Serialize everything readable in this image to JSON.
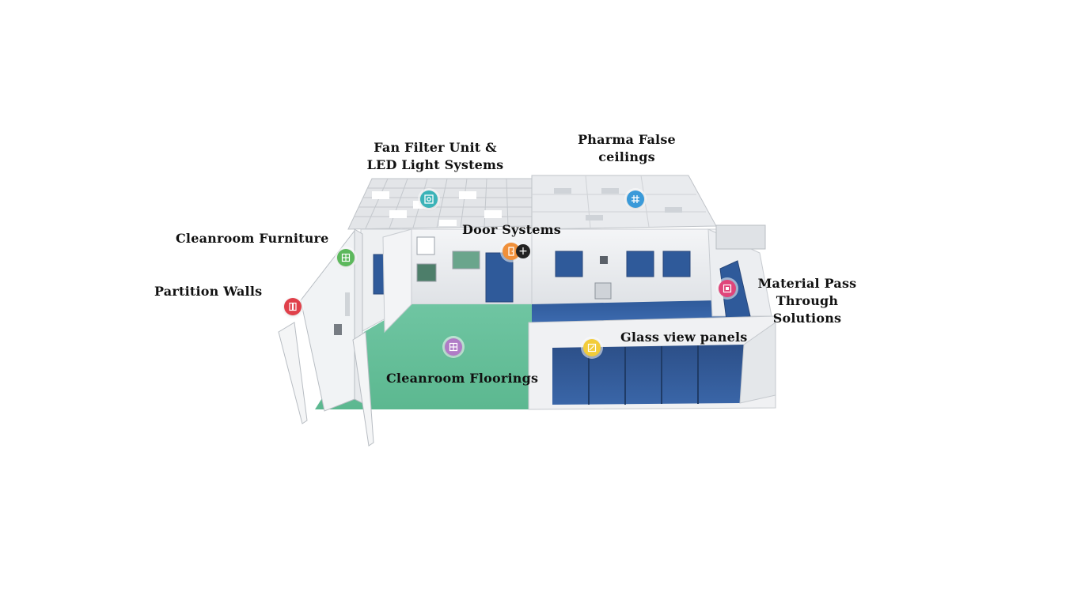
{
  "labels": {
    "ffu": [
      "Fan Filter Unit &",
      "LED Light Systems"
    ],
    "ceilings": [
      "Pharma False",
      "ceilings"
    ],
    "furniture": "Cleanroom Furniture",
    "doors": "Door Systems",
    "partition": "Partition Walls",
    "pass_through": [
      "Material Pass",
      "Through",
      "Solutions"
    ],
    "glass": "Glass view panels",
    "floorings": "Cleanroom Floorings"
  },
  "hotspots": {
    "ffu": {
      "color": "#3bb3b8",
      "icon": "fan-icon"
    },
    "ceilings": {
      "color": "#3a9ad9",
      "icon": "grid-hash-icon"
    },
    "furniture": {
      "color": "#5cb85c",
      "icon": "cabinet-icon"
    },
    "doors": {
      "color": "#f0903a",
      "icon": "door-icon"
    },
    "partition": {
      "color": "#e0404a",
      "icon": "wall-panel-icon"
    },
    "pass_through": {
      "color": "#e0457a",
      "icon": "pass-box-icon"
    },
    "glass": {
      "color": "#f2cc3a",
      "icon": "glass-panel-icon"
    },
    "floorings": {
      "color": "#b07cc6",
      "icon": "floor-tiles-icon"
    }
  },
  "plus_label": "+"
}
